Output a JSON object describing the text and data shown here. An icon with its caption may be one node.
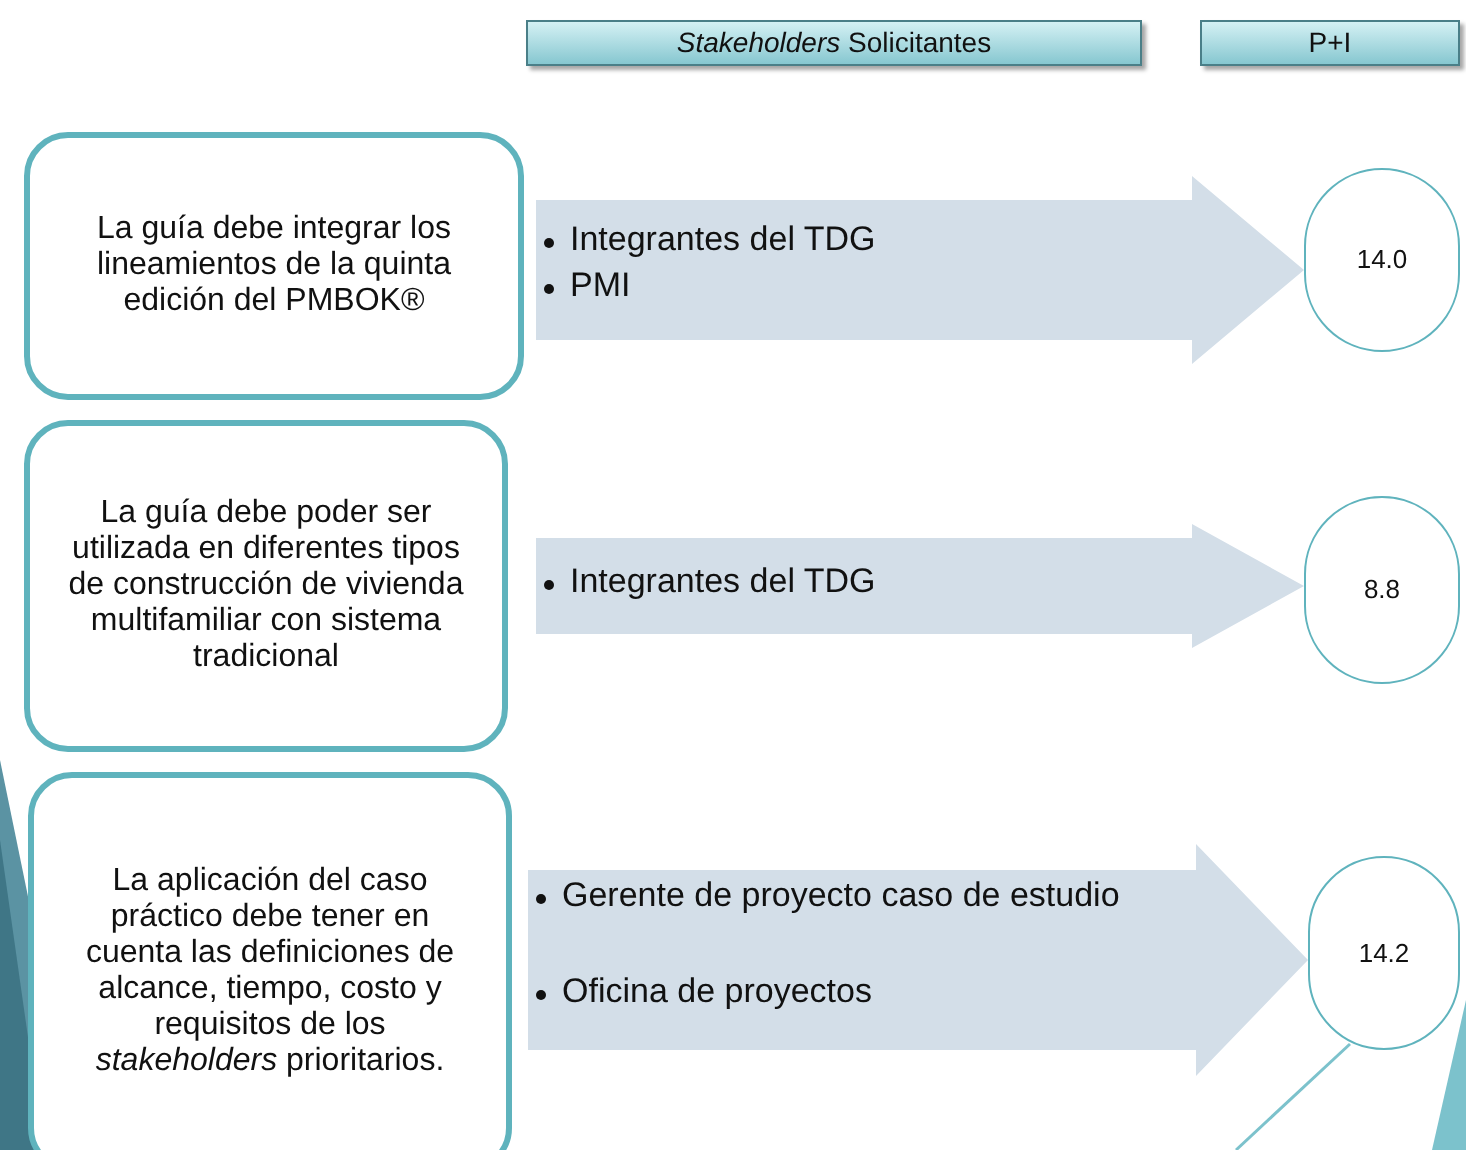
{
  "diagram": {
    "nodes": [
      {
        "text": [
          "*Stakeholders* Solicitantes"
        ]
      },
      {
        "text": [
          "P+I"
        ]
      },
      {
        "text": [
          "La guía debe integrar los lineamientos de la quinta edición del PMBOK®"
        ]
      },
      {
        "text": [
          "14.0"
        ]
      },
      {
        "text": [
          "La guía debe poder ser utilizada en diferentes tipos de construcción de vivienda multifamiliar con sistema tradicional"
        ]
      },
      {
        "text": [
          "8.8"
        ]
      },
      {
        "text": [
          "La aplicación del caso práctico debe tener en cuenta las definiciones de alcance, tiempo, costo y requisitos de los *stakeholders* prioritarios."
        ]
      },
      {
        "text": [
          "14.2"
        ]
      }
    ],
    "edges": [
      {
        "from": 2,
        "to": 3,
        "arrow": "to",
        "style": "thick"
      },
      {
        "from": 4,
        "to": 5,
        "arrow": "to",
        "style": "thick"
      },
      {
        "from": 6,
        "to": 7,
        "arrow": "to",
        "style": "thick"
      }
    ],
    "labels": [
      "Integrantes del TDG",
      "PMI",
      "Integrantes del TDG",
      "Gerente de proyecto caso de estudio",
      "Oficina de proyectos"
    ]
  }
}
